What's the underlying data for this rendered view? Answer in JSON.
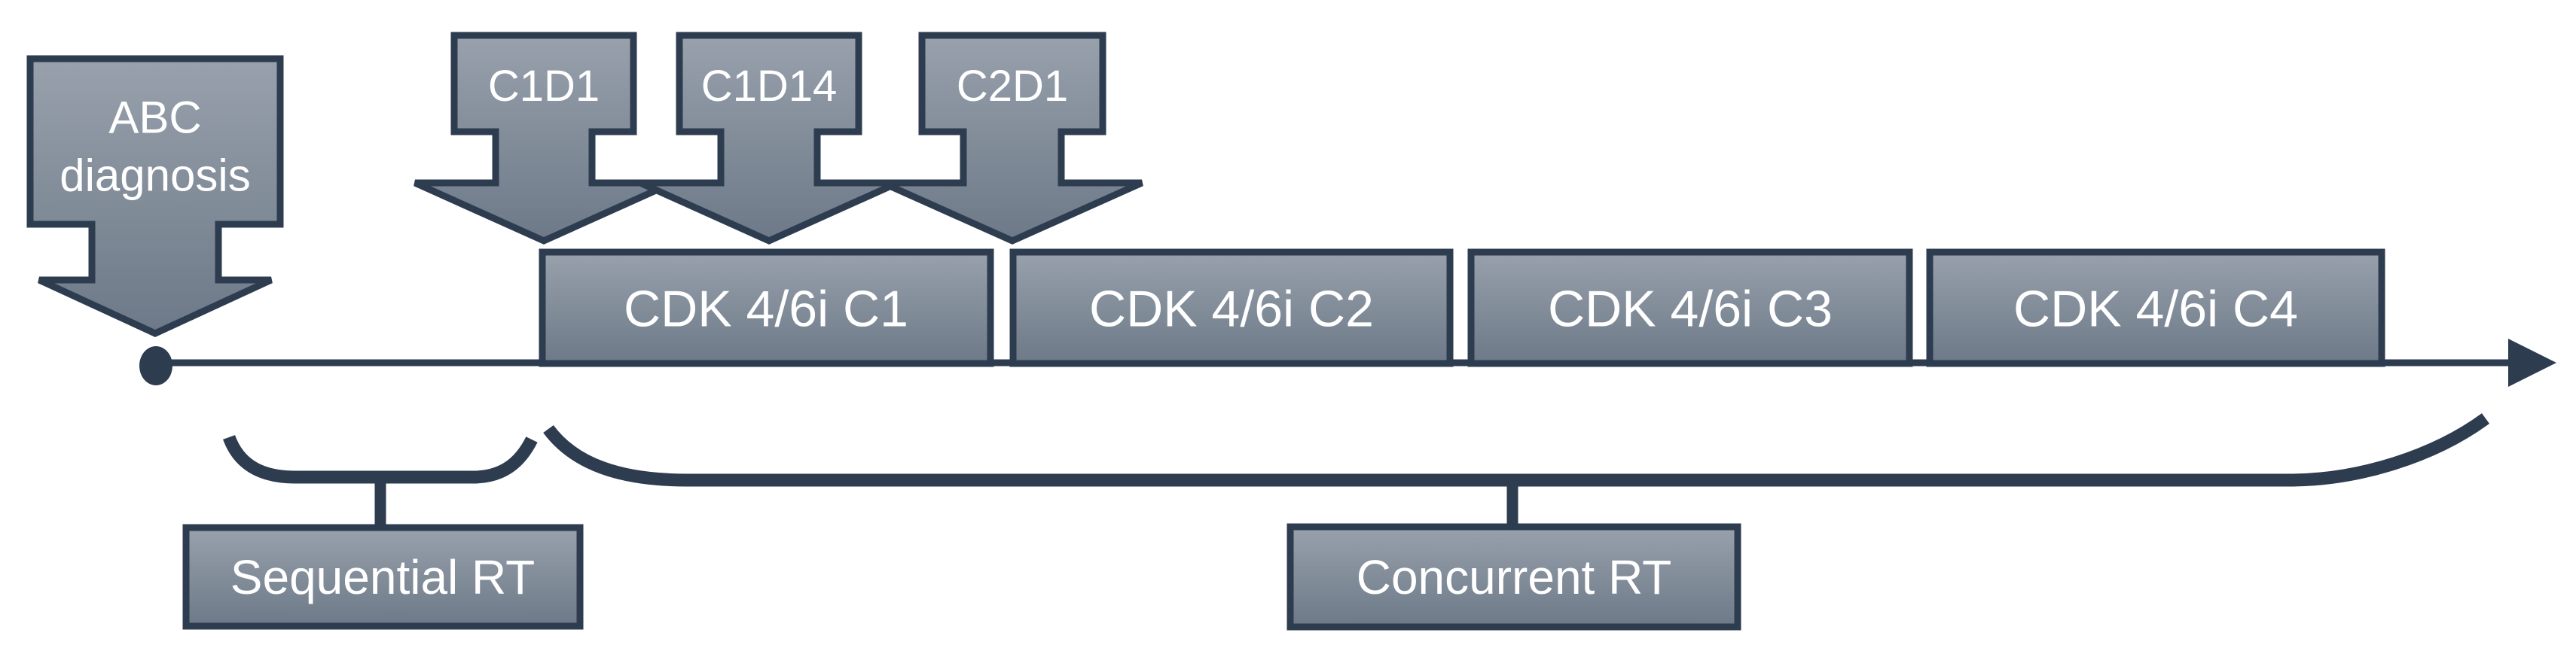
{
  "palette": {
    "background": "#ffffff",
    "outline": "#2e3c50",
    "shape_fill_top": "#98a1ac",
    "shape_fill_bottom": "#6d7988",
    "label_text": "#ffffff"
  },
  "diagnosis_callout": {
    "line1": "ABC",
    "line2": "diagnosis"
  },
  "milestone_arrows": [
    {
      "label": "C1D1"
    },
    {
      "label": "C1D14"
    },
    {
      "label": "C2D1"
    }
  ],
  "treatment_cycles": [
    {
      "label": "CDK 4/6i C1"
    },
    {
      "label": "CDK 4/6i C2"
    },
    {
      "label": "CDK 4/6i C3"
    },
    {
      "label": "CDK 4/6i C4"
    }
  ],
  "radiotherapy": {
    "sequential_label": "Sequential RT",
    "concurrent_label": "Concurrent RT"
  }
}
